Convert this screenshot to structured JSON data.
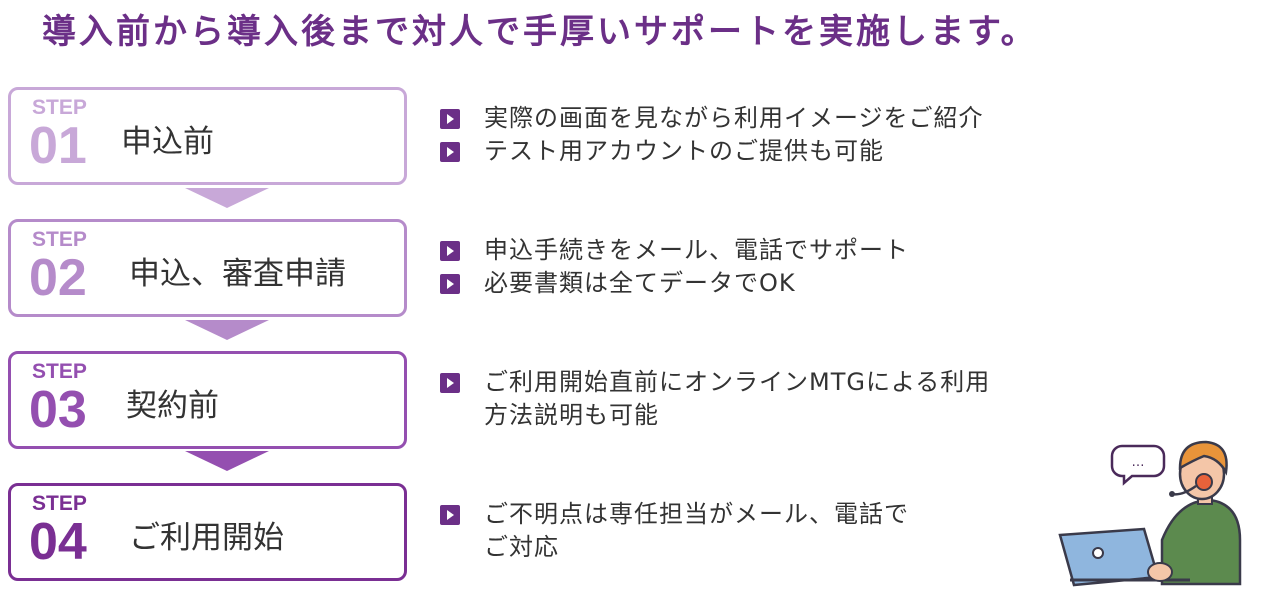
{
  "title": "導入前から導入後まで対人で手厚いサポートを実施します。",
  "colors": {
    "accent": "#6b2f87",
    "step1": "#c8a8d8",
    "step2": "#b58bca",
    "step3": "#944fb0",
    "step4": "#7a2f93"
  },
  "steps": [
    {
      "label": "STEP",
      "number": "01",
      "name": "申込前",
      "bullets": [
        "実際の画面を見ながら利用イメージをご紹介",
        "テスト用アカウントのご提供も可能"
      ]
    },
    {
      "label": "STEP",
      "number": "02",
      "name": "申込、審査申請",
      "bullets": [
        "申込手続きをメール、電話でサポート",
        "必要書類は全てデータでOK"
      ]
    },
    {
      "label": "STEP",
      "number": "03",
      "name": "契約前",
      "bullets": [
        "ご利用開始直前にオンラインMTGによる利用",
        "方法説明も可能"
      ]
    },
    {
      "label": "STEP",
      "number": "04",
      "name": "ご利用開始",
      "bullets": [
        "ご不明点は専任担当がメール、電話で",
        "ご対応"
      ]
    }
  ],
  "illustration": {
    "icon": "support-operator-headset-laptop-icon",
    "bubble_text": "…"
  }
}
